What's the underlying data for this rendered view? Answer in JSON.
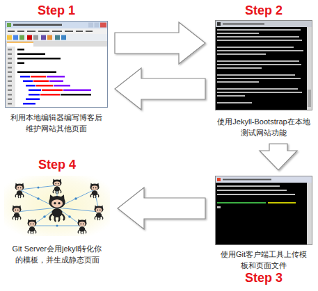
{
  "diagram": {
    "nodes": [
      {
        "text": [
          "Step 1",
          "利用本地编辑器编写博客后 维护网站其他页面"
        ]
      },
      {
        "text": [
          "Step 2",
          "使用Jekyll-Bootstrap在本地 测试网站功能"
        ]
      },
      {
        "text": [
          "使用Git客户端工具上传模 板和页面文件",
          "Step 3"
        ]
      },
      {
        "text": [
          "Step 4",
          "Git Server会用jekyll转化你 的模板，并生成静态页面"
        ]
      }
    ],
    "edges": [
      {
        "from": 0,
        "to": 1,
        "arrow": "to"
      },
      {
        "from": 1,
        "to": 0,
        "arrow": "to"
      },
      {
        "from": 1,
        "to": 2,
        "arrow": "to"
      },
      {
        "from": 2,
        "to": 3,
        "arrow": "to"
      }
    ]
  }
}
